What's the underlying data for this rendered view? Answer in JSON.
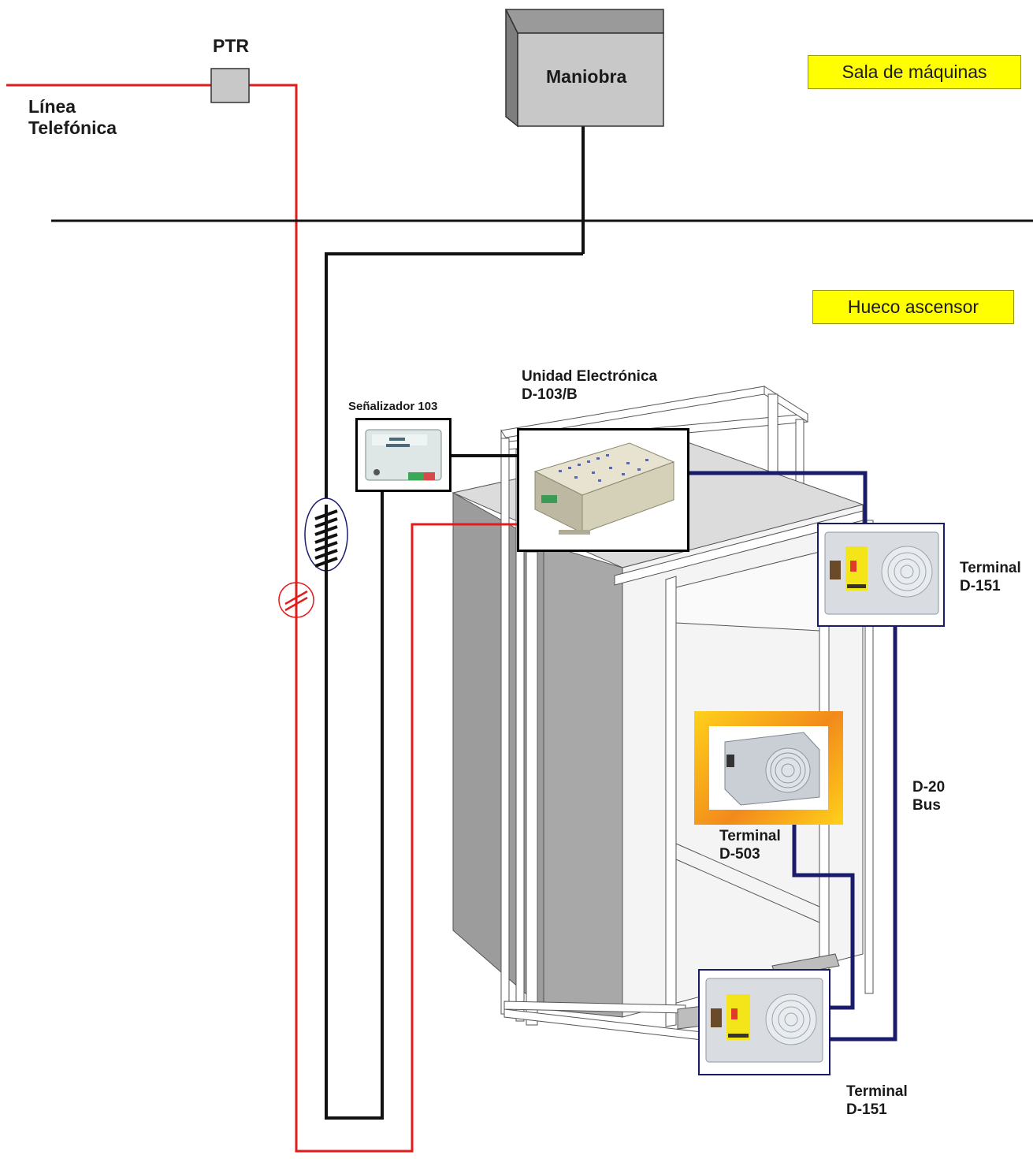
{
  "labels": {
    "ptr": "PTR",
    "linea_line1": "Línea",
    "linea_line2": "Telefónica",
    "maniobra": "Maniobra",
    "senalizador": "Señalizador 103",
    "unidad_line1": "Unidad Electrónica",
    "unidad_line2": "D-103/B",
    "terminal_top_line1": "Terminal",
    "terminal_top_line2": "D-151",
    "d20_line1": "D-20",
    "d20_line2": "Bus",
    "terminal_503_line1": "Terminal",
    "terminal_503_line2": "D-503",
    "terminal_bottom_line1": "Terminal",
    "terminal_bottom_line2": "D-151"
  },
  "zones": {
    "sala": "Sala de máquinas",
    "hueco": "Hueco ascensor"
  },
  "colors": {
    "phone_line": "#e21b1b",
    "control_line": "#111111",
    "bus_line": "#1b1b6e",
    "zone_fill": "#ffff00",
    "box_grey": "#c8c8c8"
  }
}
